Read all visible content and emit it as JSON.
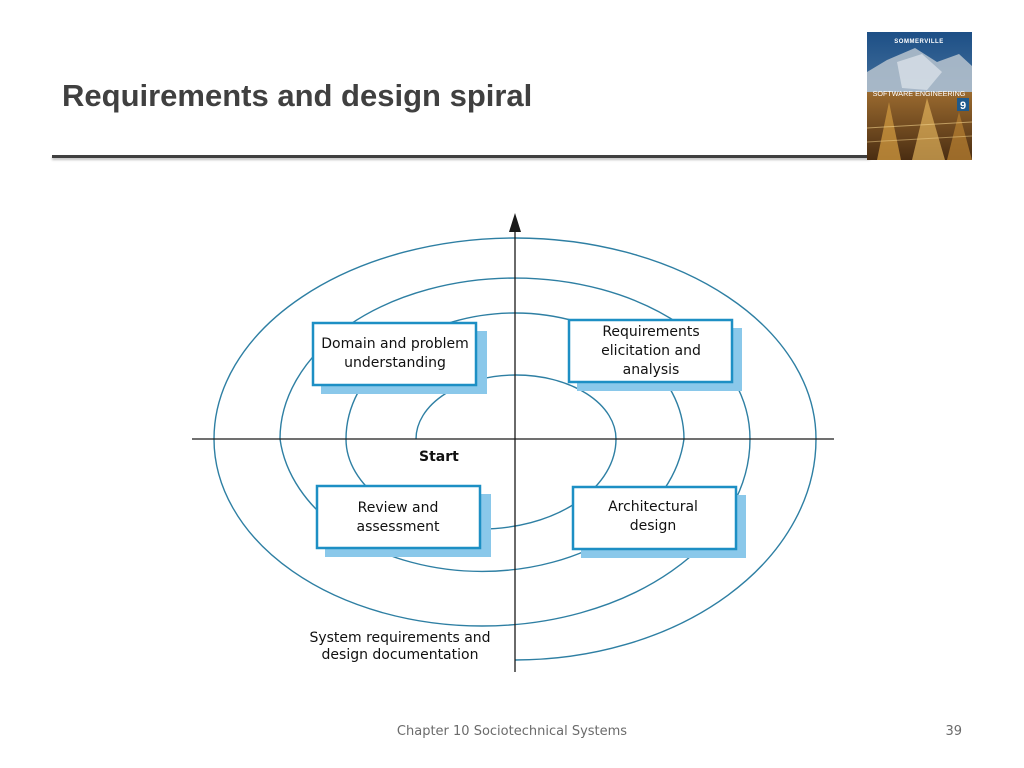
{
  "slide": {
    "title": "Requirements and design spiral"
  },
  "book_cover": {
    "author": "SOMMERVILLE",
    "title": "SOFTWARE ENGINEERING",
    "edition": "9"
  },
  "diagram": {
    "boxes": {
      "domain": [
        "Domain and problem",
        "understanding"
      ],
      "requirements": [
        "Requirements",
        "elicitation and",
        "analysis"
      ],
      "review": [
        "Review and",
        "assessment"
      ],
      "architectural": [
        "Architectural",
        "design"
      ]
    },
    "start_label": "Start",
    "output_label": [
      "System requirements and",
      "design documentation"
    ],
    "colors": {
      "line": "#2e7fa3",
      "box_border": "#1d8fc4",
      "box_shadow": "#8ac8ea"
    }
  },
  "footer": {
    "chapter": "Chapter 10 Sociotechnical Systems",
    "page": "39"
  }
}
